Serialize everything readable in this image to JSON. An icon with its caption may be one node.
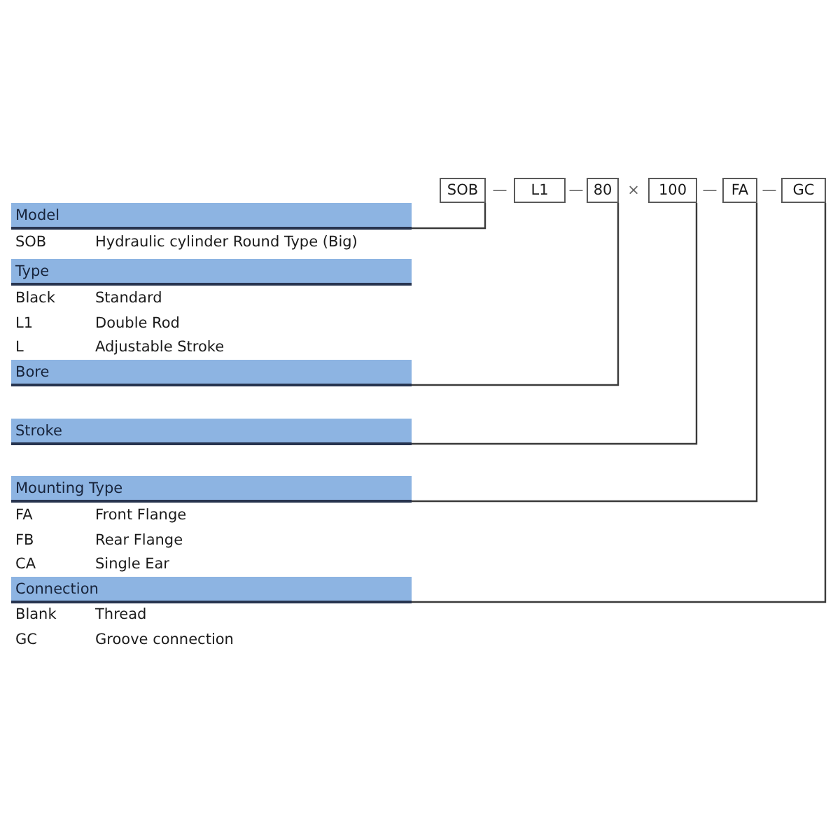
{
  "diagram": {
    "nodes": [
      {
        "text": [
          "SOB"
        ]
      },
      {
        "text": [
          "L1"
        ]
      },
      {
        "text": [
          "80"
        ]
      },
      {
        "text": [
          "100"
        ]
      },
      {
        "text": [
          "FA"
        ]
      },
      {
        "text": [
          "GC"
        ]
      },
      {
        "text": [
          "Model"
        ]
      },
      {
        "text": [
          "Type"
        ]
      },
      {
        "text": [
          "Bore"
        ]
      },
      {
        "text": [
          "Stroke"
        ]
      },
      {
        "text": [
          "Mounting Type"
        ]
      },
      {
        "text": [
          "Connection"
        ]
      }
    ],
    "edges": [
      {
        "from": 6,
        "to": 0,
        "arrow": "none"
      },
      {
        "from": 8,
        "to": 2,
        "arrow": "none"
      },
      {
        "from": 9,
        "to": 3,
        "arrow": "none"
      },
      {
        "from": 10,
        "to": 4,
        "arrow": "none"
      },
      {
        "from": 11,
        "to": 5,
        "arrow": "none"
      }
    ],
    "labels": [
      "—",
      "—",
      "×",
      "—",
      "—",
      "SOB",
      "Hydraulic cylinder Round Type (Big)",
      "Black",
      "Standard",
      "L1",
      "Double Rod",
      "L",
      "Adjustable Stroke",
      "FA",
      "Front Flange",
      "FB",
      "Rear Flange",
      "CA",
      "Single Ear",
      "Blank",
      "Thread",
      "GC",
      "Groove connection"
    ]
  }
}
